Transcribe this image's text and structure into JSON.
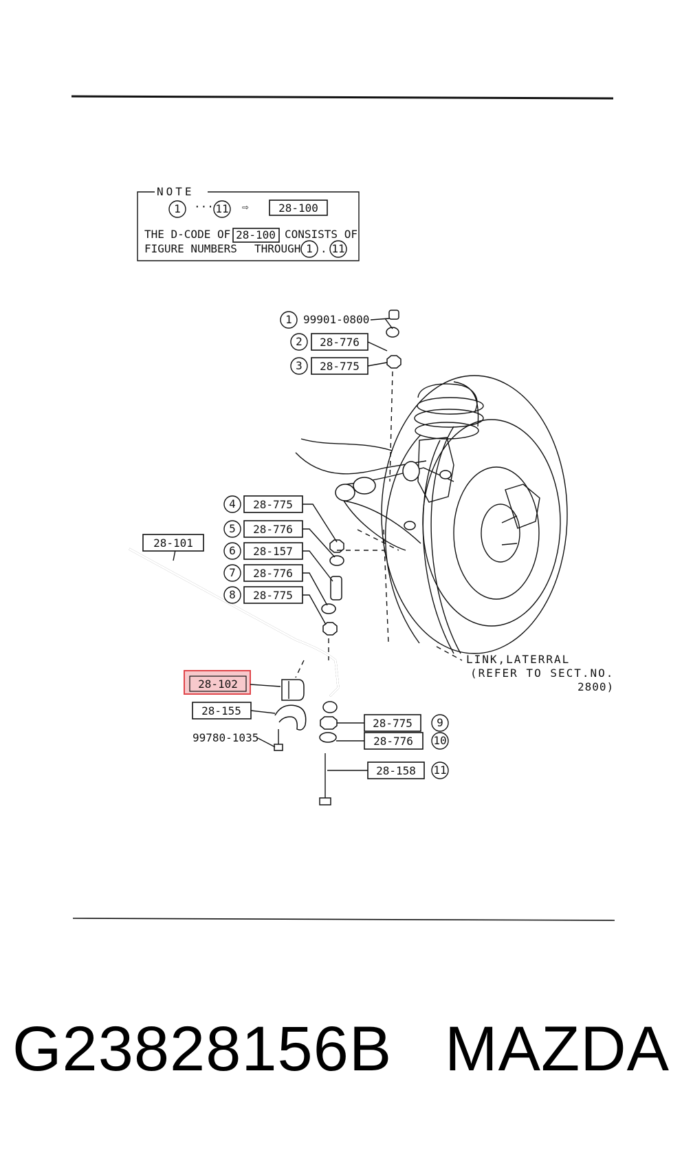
{
  "note": {
    "heading": "NOTE",
    "range_start": "1",
    "range_end": "11",
    "arrow": "⇨",
    "dcode": "28-100",
    "line1_a": "THE D-CODE OF",
    "line1_b": "CONSISTS OF",
    "line2_a": "FIGURE NUMBERS",
    "line2_b": "THROUGH",
    "through_a": "1",
    "through_b": "11"
  },
  "callouts": [
    {
      "num": "1",
      "code": "99901-0800"
    },
    {
      "num": "2",
      "code": "28-776"
    },
    {
      "num": "3",
      "code": "28-775"
    },
    {
      "num": "4",
      "code": "28-775"
    },
    {
      "num": "5",
      "code": "28-776"
    },
    {
      "num": "6",
      "code": "28-157"
    },
    {
      "num": "7",
      "code": "28-776"
    },
    {
      "num": "8",
      "code": "28-775"
    },
    {
      "num": "9",
      "code": "28-775"
    },
    {
      "num": "10",
      "code": "28-776"
    },
    {
      "num": "11",
      "code": "28-158"
    }
  ],
  "labels": {
    "stabilizer": "28-101",
    "bushing_highlighted": "28-102",
    "bracket": "28-155",
    "bolt": "99780-1035",
    "link_line1": "LINK,LATERRAL",
    "link_line2": "(REFER TO SECT.NO.",
    "link_line3": "2800)"
  },
  "footer": {
    "part_number": "G23828156B",
    "brand": "MAZDA"
  },
  "colors": {
    "ink": "#111111",
    "highlight": "#e0454a",
    "highlight_fill": "#f7c9cc"
  }
}
